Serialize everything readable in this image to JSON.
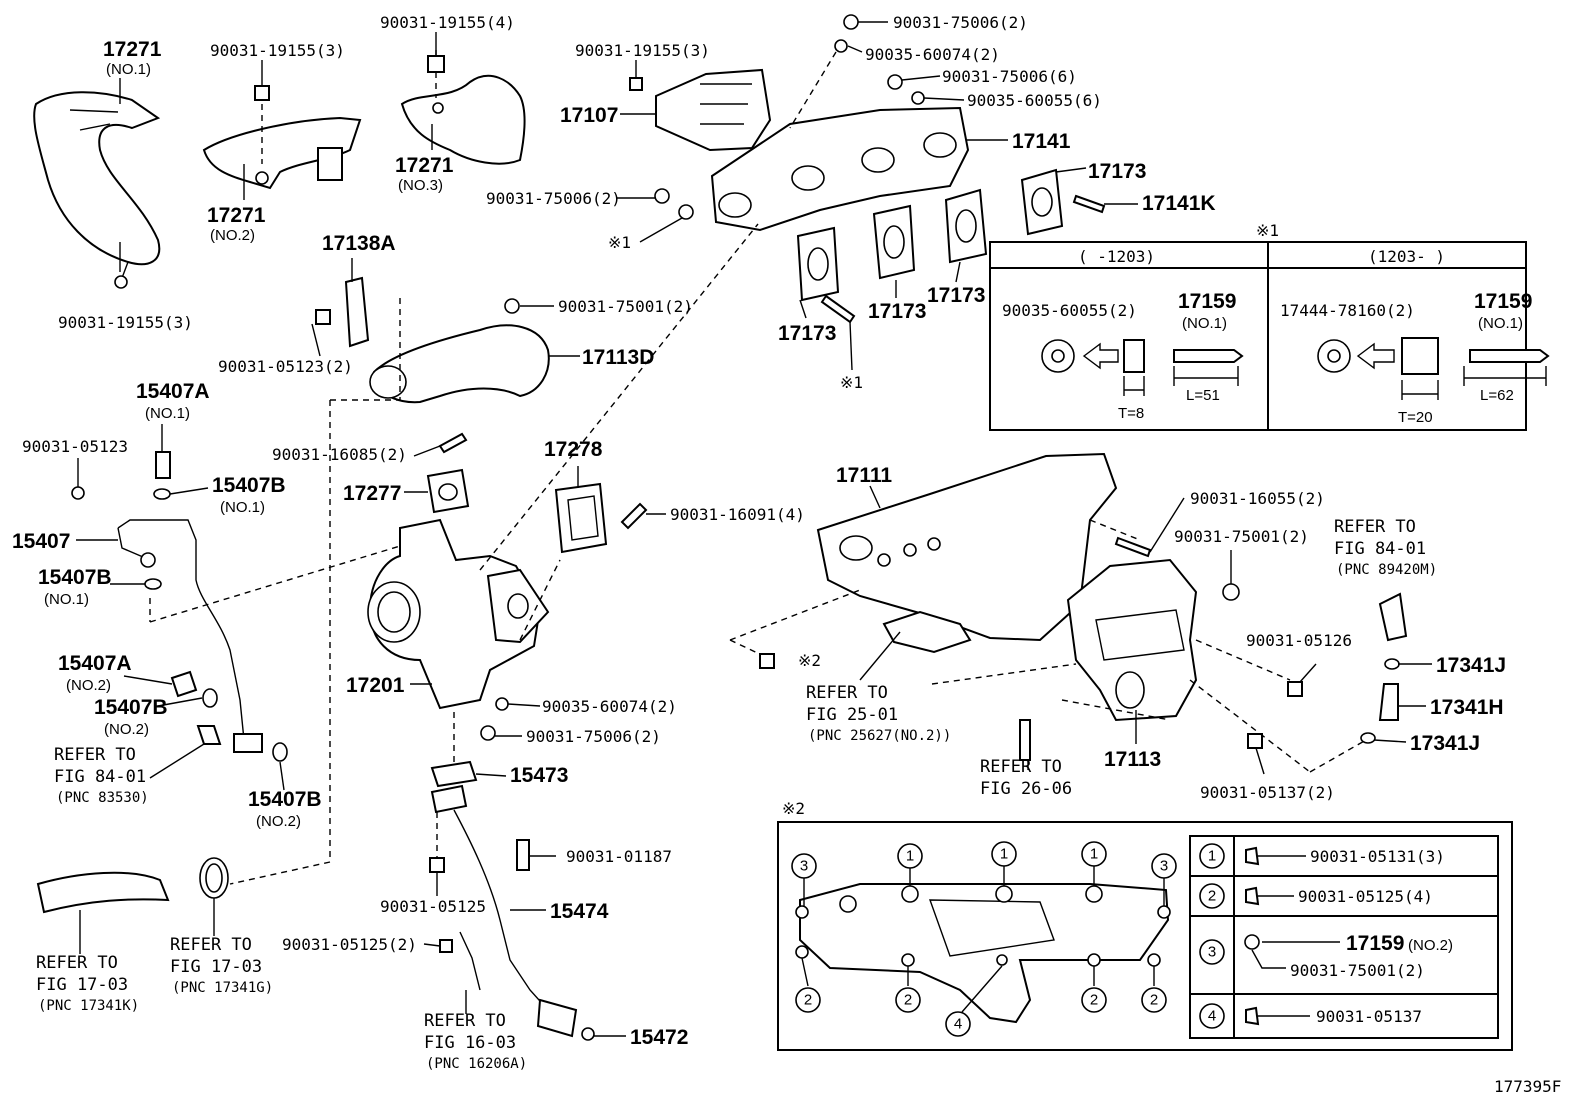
{
  "labels": {
    "p17271_no1": "17271",
    "p17271_no1_sub": "(NO.1)",
    "b9003119155_3a": "90031-19155(3)",
    "b9003119155_4": "90031-19155(4)",
    "b9003119155_3b": "90031-19155(3)",
    "p17271_no2": "17271",
    "p17271_no2_sub": "(NO.2)",
    "p17271_no3": "17271",
    "p17271_no3_sub": "(NO.3)",
    "b9003119155_3c": "90031-19155(3)",
    "p17107": "17107",
    "n9003175006_2a": "90031-75006(2)",
    "w9003560074_2a": "90035-60074(2)",
    "n9003175006_6": "90031-75006(6)",
    "w9003560055_6": "90035-60055(6)",
    "p17141": "17141",
    "p17173a": "17173",
    "p17141k": "17141K",
    "n9003175006_2b": "90031-75006(2)",
    "ref1a": "※1",
    "p17173b": "17173",
    "p17173c": "17173",
    "p17173d": "17173",
    "ref1b": "※1",
    "p17138a": "17138A",
    "n9003175001_2a": "90031-75001(2)",
    "p17113d": "17113D",
    "b9003105123_2": "90031-05123(2)",
    "p15407a_no1": "15407A",
    "p15407a_no1_sub": "(NO.1)",
    "b9003105123": "90031-05123",
    "p15407b_no1a": "15407B",
    "p15407b_no1a_sub": "(NO.1)",
    "p15407": "15407",
    "p15407b_no1b": "15407B",
    "p15407b_no1b_sub": "(NO.1)",
    "p15407a_no2": "15407A",
    "p15407a_no2_sub": "(NO.2)",
    "p15407b_no2a": "15407B",
    "p15407b_no2a_sub": "(NO.2)",
    "ref84_01a": "REFER TO",
    "ref84_01a_fig": "FIG 84-01",
    "ref84_01a_pnc": "(PNC 83530)",
    "p15407b_no2b": "15407B",
    "p15407b_no2b_sub": "(NO.2)",
    "s9003116085_2": "90031-16085(2)",
    "p17277": "17277",
    "p17278": "17278",
    "s9003116091_4": "90031-16091(4)",
    "p17201": "17201",
    "w9003560074_2b": "90035-60074(2)",
    "n9003175006_2c": "90031-75006(2)",
    "p15473": "15473",
    "s9003101187": "90031-01187",
    "b9003105125a": "90031-05125",
    "p15474": "15474",
    "b9003105125_2": "90031-05125(2)",
    "ref16_03": "REFER TO",
    "ref16_03_fig": "FIG 16-03",
    "ref16_03_pnc": "(PNC 16206A)",
    "p15472": "15472",
    "ref17_03a": "REFER TO",
    "ref17_03a_fig": "FIG 17-03",
    "ref17_03a_pnc": "(PNC 17341K)",
    "ref17_03b": "REFER TO",
    "ref17_03b_fig": "FIG 17-03",
    "ref17_03b_pnc": "(PNC 17341G)",
    "p17111": "17111",
    "s9003116055_2": "90031-16055(2)",
    "n9003175001_2b": "90031-75001(2)",
    "ref84_01b": "REFER TO",
    "ref84_01b_fig": "FIG 84-01",
    "ref84_01b_pnc": "(PNC 89420M)",
    "ref2a": "※2",
    "ref25_01": "REFER TO",
    "ref25_01_fig": "FIG 25-01",
    "ref25_01_pnc": "(PNC 25627(NO.2))",
    "b9003105126": "90031-05126",
    "p17341j_a": "17341J",
    "p17341h": "17341H",
    "p17341j_b": "17341J",
    "ref26_06": "REFER TO",
    "ref26_06_fig": "FIG 26-06",
    "p17113": "17113",
    "b9003105137_2": "90031-05137(2)",
    "figure_number": "177395F"
  },
  "inset1": {
    "marker": "※1",
    "col_left_header": "(       -1203)",
    "col_right_header": "(1203-       )",
    "left_washer": "90035-60055(2)",
    "left_stud": "17159",
    "left_stud_sub": "(NO.1)",
    "left_t": "T=8",
    "left_l": "L=51",
    "right_washer": "17444-78160(2)",
    "right_stud": "17159",
    "right_stud_sub": "(NO.1)",
    "right_t": "T=20",
    "right_l": "L=62"
  },
  "inset2": {
    "marker": "※2",
    "legend": [
      {
        "num": "1",
        "part": "90031-05131(3)"
      },
      {
        "num": "2",
        "part": "90031-05125(4)"
      },
      {
        "num": "3",
        "part": "17159",
        "part_sub": "(NO.2)",
        "part2": "90031-75001(2)"
      },
      {
        "num": "4",
        "part": "90031-05137"
      }
    ],
    "callouts": [
      "3",
      "1",
      "1",
      "1",
      "3",
      "2",
      "2",
      "2",
      "2",
      "4"
    ]
  }
}
